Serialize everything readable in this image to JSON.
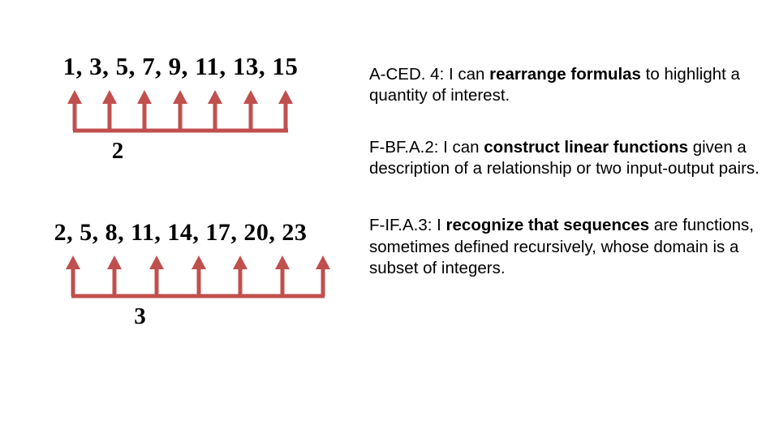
{
  "slide": {
    "sequences": [
      {
        "name": "odd-numbers-sequence",
        "numbers": "1, 3, 5, 7, 9, 11, 13, 15",
        "common_difference": "2",
        "arrow_count": 7,
        "arrow_color": "#c0504d"
      },
      {
        "name": "multiples-of-three-plus-two-sequence",
        "numbers": "2, 5, 8, 11, 14, 17, 20, 23",
        "common_difference": "3",
        "arrow_count": 7,
        "arrow_color": "#c0504d"
      }
    ],
    "standards": [
      {
        "id": "A-CED.4",
        "parts": [
          {
            "text": "A-CED. 4: I can ",
            "bold": false
          },
          {
            "text": "rearrange formulas",
            "bold": true
          },
          {
            "text": " to highlight a quantity of interest.",
            "bold": false
          }
        ]
      },
      {
        "id": "F-BF.A.2",
        "parts": [
          {
            "text": "F-BF.A.2: I can ",
            "bold": false
          },
          {
            "text": "construct linear functions",
            "bold": true
          },
          {
            "text": " given a description of a relationship or two input-output pairs.",
            "bold": false
          }
        ]
      },
      {
        "id": "F-IF.A.3",
        "parts": [
          {
            "text": "F-IF.A.3: I ",
            "bold": false
          },
          {
            "text": "recognize that sequences",
            "bold": true
          },
          {
            "text": " are functions, sometimes defined recursively, whose domain is a subset of integers.",
            "bold": false
          }
        ]
      }
    ]
  }
}
